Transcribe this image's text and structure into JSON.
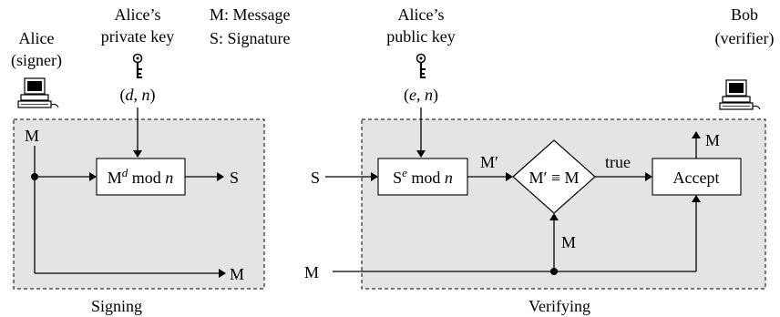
{
  "legend": {
    "message": "M: Message",
    "signature": "S: Signature"
  },
  "signer": {
    "name": "Alice",
    "role": "(signer)",
    "key_line1": "Alice’s",
    "key_line2": "private key",
    "key_icon": "key-icon",
    "computer_icon": "computer-icon"
  },
  "verifier": {
    "name": "Bob",
    "role": "(verifier)",
    "computer_icon": "computer-icon"
  },
  "public_key": {
    "line1": "Alice’s",
    "line2": "public key",
    "key_icon": "key-icon"
  },
  "signing": {
    "panel_label": "Signing",
    "key_pair": {
      "open": "(",
      "a": "d",
      "sep": ", ",
      "b": "n",
      "close": ")"
    },
    "box": {
      "base": "M",
      "exp": "d",
      "mid": " mod ",
      "mod": "n"
    },
    "in_label": "M",
    "out_label": "S",
    "pass_label": "M"
  },
  "verifying": {
    "panel_label": "Verifying",
    "key_pair": {
      "open": "(",
      "a": "e",
      "sep": ", ",
      "b": "n",
      "close": ")"
    },
    "in_s_label": "S",
    "in_m_label": "M",
    "box": {
      "base": "S",
      "exp": "e",
      "mid": " mod ",
      "mod": "n"
    },
    "mprime_label": "M′",
    "compare_label": "M′ ≡ M",
    "m_up_label": "M",
    "true_label": "true",
    "accept_label": "Accept",
    "out_label": "M"
  }
}
